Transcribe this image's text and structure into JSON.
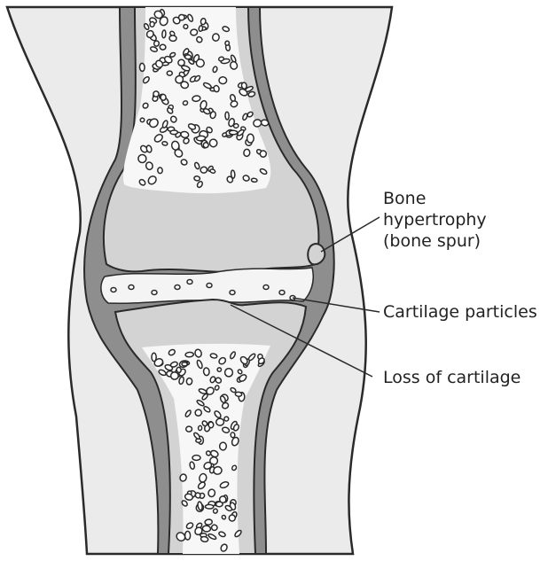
{
  "labels": {
    "bone_spur": [
      "Bone",
      "hypertrophy",
      "(bone spur)"
    ],
    "cartilage_particles": "Cartilage particles",
    "loss_of_cartilage": "Loss of cartilage"
  },
  "colors": {
    "background": "#ffffff",
    "soft_tissue": "#ebebeb",
    "outline": "#2a2a2a",
    "capsule": "#8e8e8e",
    "bone": "#d3d3d3",
    "marrow": "#f7f7f7",
    "joint_space": "#f4f4f4"
  }
}
